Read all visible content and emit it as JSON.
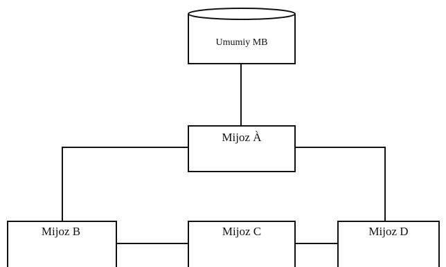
{
  "database": {
    "label": "Umumiy MB"
  },
  "clients": {
    "a": "Mijoz À",
    "b": "Mijoz B",
    "c": "Mijoz C",
    "d": "Mijoz D"
  },
  "colors": {
    "line": "#111111",
    "fill": "#ffffff"
  }
}
